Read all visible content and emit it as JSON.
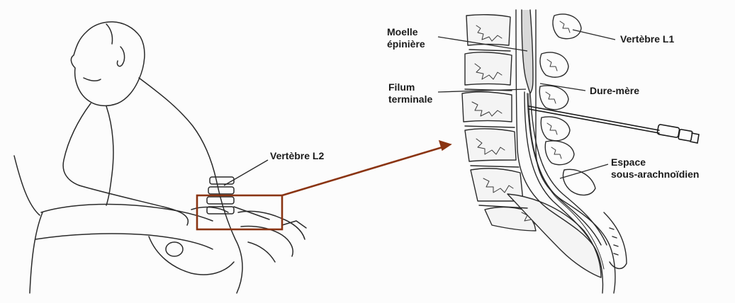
{
  "labels": {
    "moelle": [
      "Moelle",
      "épinière"
    ],
    "filum": [
      "Filum",
      "terminale"
    ],
    "vertebre_l1": "Vertèbre L1",
    "dure_mere": "Dure-mère",
    "espace": [
      "Espace",
      "sous-arachnoïdien"
    ],
    "vertebre_l2": "Vertèbre L2"
  },
  "colors": {
    "highlight": "#8a3412",
    "ink": "#2a2a2a",
    "background": "#fcfcfc"
  }
}
